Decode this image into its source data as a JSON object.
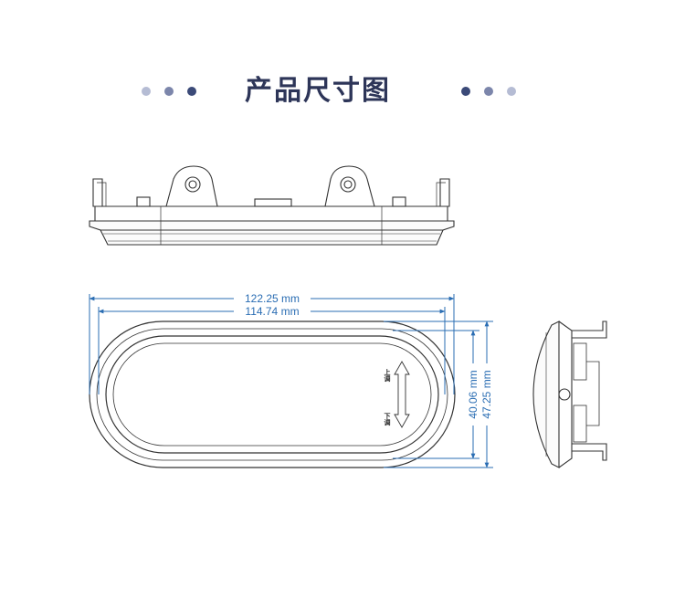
{
  "title": "产品尺寸图",
  "colors": {
    "title": "#2d3558",
    "dot_dark": "#3b4a78",
    "dot_mid": "#7c86ab",
    "dot_light": "#b5bcd4",
    "dimension": "#2a6db3",
    "outline": "#333333"
  },
  "dimensions": {
    "outer_length": "122.25 mm",
    "inner_length": "114.74 mm",
    "inner_height": "40.06 mm",
    "outer_height": "47.25 mm"
  },
  "adjust_labels": {
    "up": "上调",
    "down": "下调"
  }
}
